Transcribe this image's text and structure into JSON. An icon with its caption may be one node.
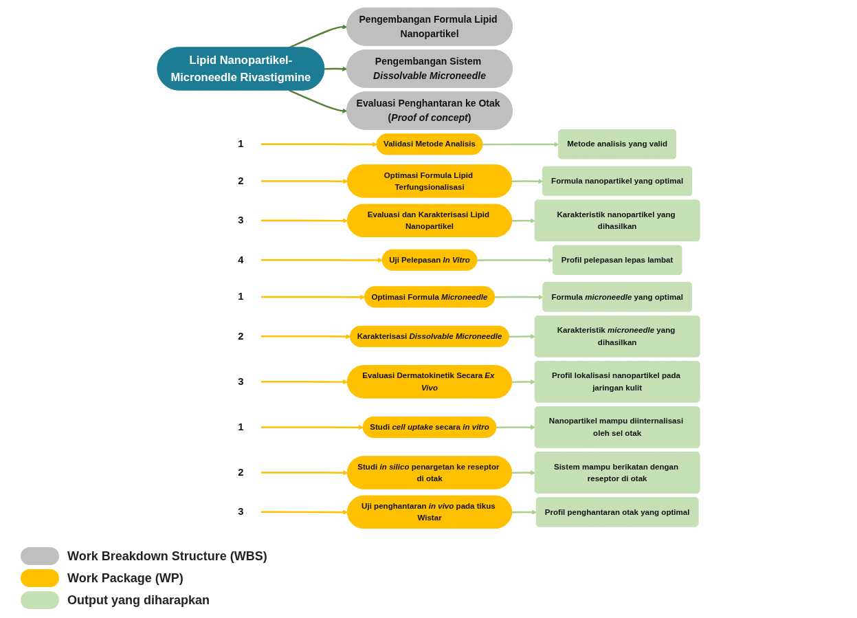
{
  "diagram": {
    "nodes": [
      {
        "text": [
          "Lipid Nanopartikel-Microneedle Rivastigmine"
        ]
      },
      {
        "text": [
          "Pengembangan Formula Lipid Nanopartikel"
        ]
      },
      {
        "text": [
          "Pengembangan Sistem *Dissolvable Microneedle*"
        ]
      },
      {
        "text": [
          "Evaluasi Penghantaran ke Otak (*Proof of concept*)"
        ]
      },
      {
        "text": [
          "1"
        ]
      },
      {
        "text": [
          "Validasi Metode Analisis"
        ]
      },
      {
        "text": [
          "Metode analisis yang valid"
        ]
      },
      {
        "text": [
          "2"
        ]
      },
      {
        "text": [
          "Optimasi Formula Lipid Terfungsionalisasi"
        ]
      },
      {
        "text": [
          "Formula nanopartikel yang optimal"
        ]
      },
      {
        "text": [
          "3"
        ]
      },
      {
        "text": [
          "Evaluasi dan Karakterisasi Lipid Nanopartikel"
        ]
      },
      {
        "text": [
          "Karakteristik nanopartikel yang dihasilkan"
        ]
      },
      {
        "text": [
          "4"
        ]
      },
      {
        "text": [
          "Uji Pelepasan *In Vitro*"
        ]
      },
      {
        "text": [
          "Profil pelepasan lepas lambat"
        ]
      },
      {
        "text": [
          "1"
        ]
      },
      {
        "text": [
          "Optimasi Formula *Microneedle*"
        ]
      },
      {
        "text": [
          "Formula *microneedle* yang optimal"
        ]
      },
      {
        "text": [
          "2"
        ]
      },
      {
        "text": [
          "Karakterisasi *Dissolvable Microneedle*"
        ]
      },
      {
        "text": [
          "Karakteristik *microneedle* yang dihasilkan"
        ]
      },
      {
        "text": [
          "3"
        ]
      },
      {
        "text": [
          "Evaluasi Dermatokinetik Secara *Ex Vivo*"
        ]
      },
      {
        "text": [
          "Profil lokalisasi nanopartikel pada jaringan kulit"
        ]
      },
      {
        "text": [
          "1"
        ]
      },
      {
        "text": [
          "Studi *cell uptake* secara *in vitro*"
        ]
      },
      {
        "text": [
          "Nanopartikel mampu diinternalisasi oleh sel otak"
        ]
      },
      {
        "text": [
          "2"
        ]
      },
      {
        "text": [
          "Studi *in silico* penargetan ke reseptor di otak"
        ]
      },
      {
        "text": [
          "Sistem mampu berikatan dengan reseptor di otak"
        ]
      },
      {
        "text": [
          "3"
        ]
      },
      {
        "text": [
          "Uji penghantaran *in vivo* pada tikus Wistar"
        ]
      },
      {
        "text": [
          "Profil penghantaran otak yang optimal"
        ]
      }
    ],
    "edges": [
      {
        "from": 0,
        "to": 1,
        "arrow": "to",
        "color": "#548235"
      },
      {
        "from": 0,
        "to": 2,
        "arrow": "to",
        "color": "#548235"
      },
      {
        "from": 0,
        "to": 3,
        "arrow": "to",
        "color": "#548235"
      },
      {
        "from": 4,
        "to": 5,
        "arrow": "to",
        "color": "#ffc000"
      },
      {
        "from": 5,
        "to": 6,
        "arrow": "to",
        "color": "#a9d18e"
      },
      {
        "from": 7,
        "to": 8,
        "arrow": "to",
        "color": "#ffc000"
      },
      {
        "from": 8,
        "to": 9,
        "arrow": "to",
        "color": "#a9d18e"
      },
      {
        "from": 10,
        "to": 11,
        "arrow": "to",
        "color": "#ffc000"
      },
      {
        "from": 11,
        "to": 12,
        "arrow": "to",
        "color": "#a9d18e"
      },
      {
        "from": 13,
        "to": 14,
        "arrow": "to",
        "color": "#ffc000"
      },
      {
        "from": 14,
        "to": 15,
        "arrow": "to",
        "color": "#a9d18e"
      },
      {
        "from": 16,
        "to": 17,
        "arrow": "to",
        "color": "#ffc000"
      },
      {
        "from": 17,
        "to": 18,
        "arrow": "to",
        "color": "#a9d18e"
      },
      {
        "from": 19,
        "to": 20,
        "arrow": "to",
        "color": "#ffc000"
      },
      {
        "from": 20,
        "to": 21,
        "arrow": "to",
        "color": "#a9d18e"
      },
      {
        "from": 22,
        "to": 23,
        "arrow": "to",
        "color": "#ffc000"
      },
      {
        "from": 23,
        "to": 24,
        "arrow": "to",
        "color": "#a9d18e"
      },
      {
        "from": 25,
        "to": 26,
        "arrow": "to",
        "color": "#ffc000"
      },
      {
        "from": 26,
        "to": 27,
        "arrow": "to",
        "color": "#a9d18e"
      },
      {
        "from": 28,
        "to": 29,
        "arrow": "to",
        "color": "#ffc000"
      },
      {
        "from": 29,
        "to": 30,
        "arrow": "to",
        "color": "#a9d18e"
      },
      {
        "from": 31,
        "to": 32,
        "arrow": "to",
        "color": "#ffc000"
      },
      {
        "from": 32,
        "to": 33,
        "arrow": "to",
        "color": "#a9d18e"
      }
    ],
    "legend": [
      {
        "text": "Work Breakdown Structure (WBS)",
        "color": "#bfbfbf"
      },
      {
        "text": "Work Package (WP)",
        "color": "#ffc000"
      },
      {
        "text": "Output yang diharapkan",
        "color": "#c5e0b4"
      }
    ]
  }
}
